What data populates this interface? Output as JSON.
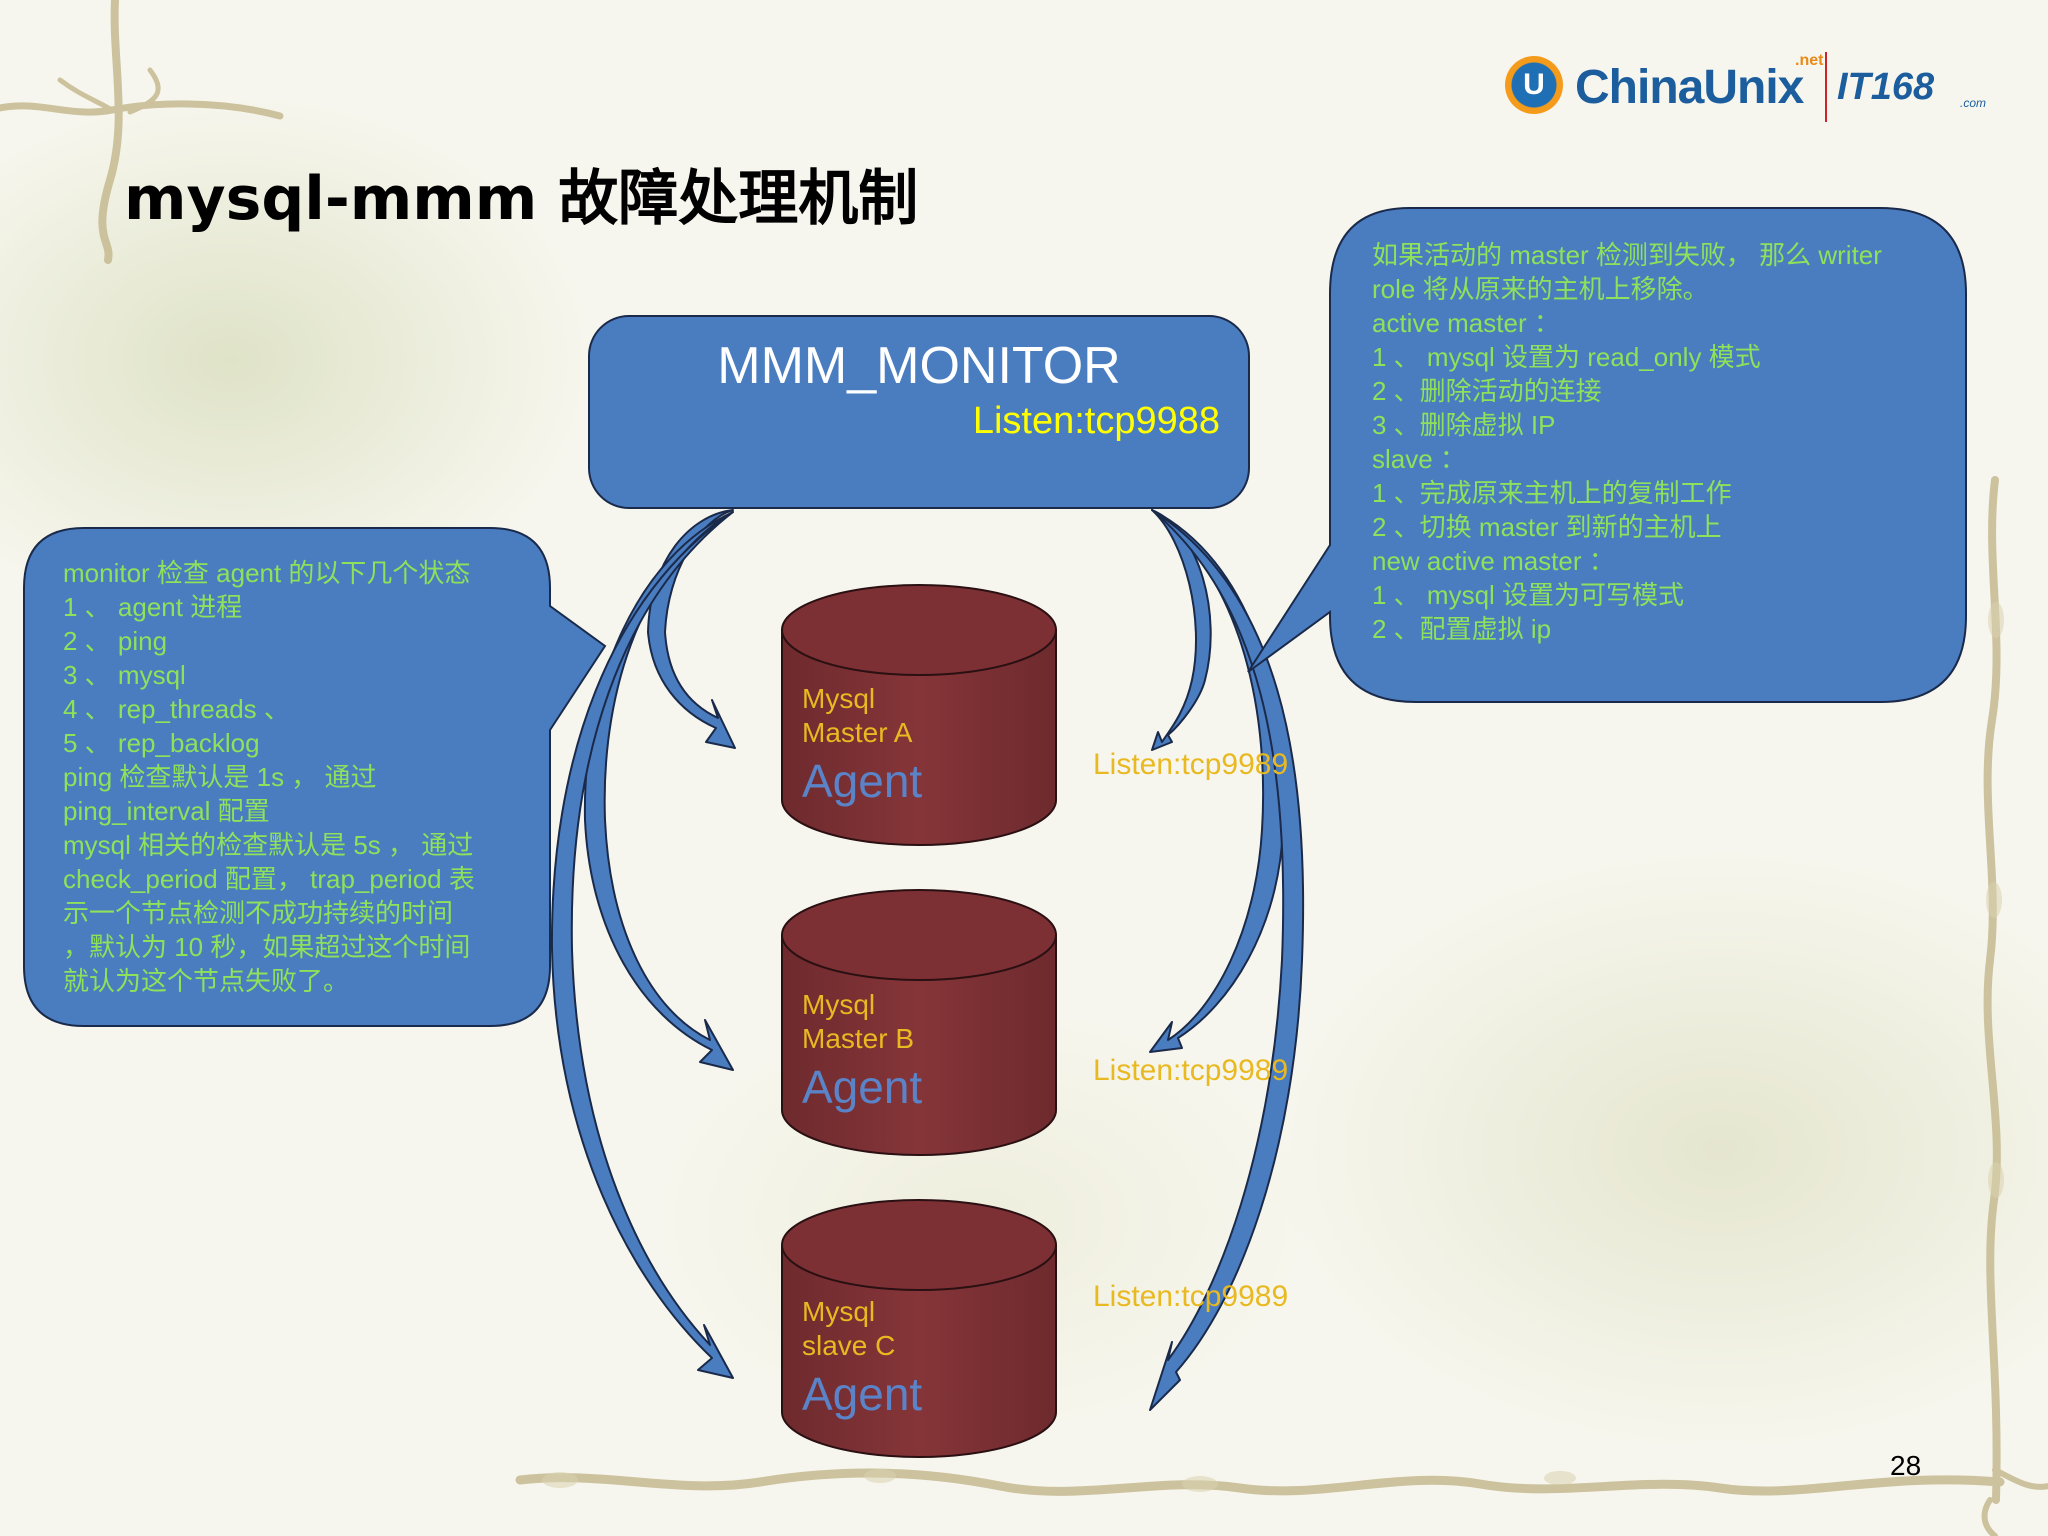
{
  "title": "mysql-mmm 故障处理机制",
  "logo": {
    "brand": "ChinaUnix",
    "brand_suffix": ".net",
    "partner": "IT168",
    "partner_suffix": ".com",
    "mark": "U"
  },
  "monitor": {
    "title": "MMM_MONITOR",
    "listen": "Listen:tcp9988"
  },
  "databases": [
    {
      "line1": "Mysql",
      "line2": "Master A",
      "agent": "Agent",
      "listen": "Listen:tcp9989"
    },
    {
      "line1": "Mysql",
      "line2": "Master B",
      "agent": "Agent",
      "listen": "Listen:tcp9989"
    },
    {
      "line1": "Mysql",
      "line2": "slave C",
      "agent": "Agent",
      "listen": "Listen:tcp9989"
    }
  ],
  "left_note": [
    "monitor 检查 agent 的以下几个状态",
    "1 、 agent 进程",
    "2 、 ping",
    "3 、 mysql",
    "4 、 rep_threads 、",
    "5 、 rep_backlog",
    "ping 检查默认是 1s ， 通过",
    "ping_interval 配置",
    "mysql 相关的检查默认是 5s ， 通过",
    "check_period 配置， trap_period 表",
    "示一个节点检测不成功持续的时间",
    "，默认为 10 秒，如果超过这个时间",
    "就认为这个节点失败了。"
  ],
  "right_note": [
    "如果活动的 master 检测到失败， 那么 writer",
    "role 将从原来的主机上移除。",
    "active master ：",
    "1 、 mysql 设置为 read_only 模式",
    "2 、删除活动的连接",
    "3 、删除虚拟 IP",
    "slave ：",
    "1 、完成原来主机上的复制工作",
    "2 、切换 master 到新的主机上",
    "new active master ：",
    "1 、 mysql 设置为可写模式",
    "2 、配置虚拟 ip"
  ],
  "page_number": "28",
  "colors": {
    "box_blue": "#4a7cc0",
    "db_red": "#7d3034",
    "note_text": "#8fe05a",
    "highlight_yellow": "#ffff00",
    "db_text": "#e9b922",
    "agent_text": "#5b83c7"
  }
}
